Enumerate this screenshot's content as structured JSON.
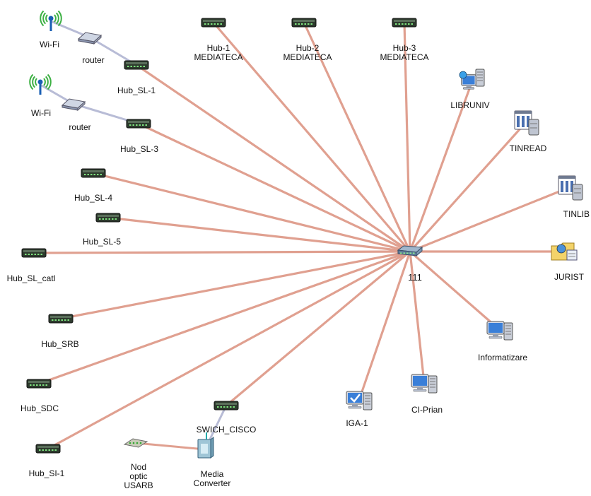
{
  "diagram": {
    "links": [
      "hub-sl-1",
      "hub-sl-3",
      "hub-sl-4",
      "hub-sl-5",
      "hub-sl-catl",
      "hub-srb",
      "hub-sdc",
      "hub-si-1",
      "swich-cisco",
      "hub-1",
      "hub-2",
      "hub-3",
      "libruniv",
      "tinread",
      "tinlib",
      "jurist",
      "informatizare",
      "ci-prian",
      "iga-1"
    ],
    "secondary_links": [
      [
        "wifi-1",
        "router-1"
      ],
      [
        "router-1",
        "hub-sl-1"
      ],
      [
        "wifi-2",
        "router-2"
      ],
      [
        "router-2",
        "hub-sl-3"
      ],
      [
        "media-converter",
        "swich-cisco"
      ],
      [
        "nod-optic",
        "media-converter"
      ]
    ],
    "colors": {
      "link_primary": "#e0a090",
      "link_secondary": "#b8bcd6",
      "hub_body": "#2d3a2d",
      "monitor": "#3a7fd8",
      "server": "#6f7a90"
    },
    "labels": {
      "center": "111",
      "wifi_1": "Wi-Fi",
      "router_1": "router",
      "hub_sl_1": "Hub_SL-1",
      "wifi_2": "Wi-Fi",
      "router_2": "router",
      "hub_sl_3": "Hub_SL-3",
      "hub_sl_4": "Hub_SL-4",
      "hub_sl_5": "Hub_SL-5",
      "hub_sl_catl": "Hub_SL_catl",
      "hub_srb": "Hub_SRB",
      "hub_sdc": "Hub_SDC",
      "hub_si_1": "Hub_SI-1",
      "swich_cisco": "SWICH_CISCO",
      "nod_optic_1": "Nod",
      "nod_optic_2": "optic",
      "nod_optic_3": "USARB",
      "media_converter_1": "Media",
      "media_converter_2": "Converter",
      "hub_1_a": "Hub-1",
      "hub_1_b": "MEDIATECA",
      "hub_2_a": "Hub-2",
      "hub_2_b": "MEDIATECA",
      "hub_3_a": "Hub-3",
      "hub_3_b": "MEDIATECA",
      "libruniv": "LIBRUNIV",
      "tinread": "TINREAD",
      "tinlib": "TINLIB",
      "jurist": "JURIST",
      "informatizare": "Informatizare",
      "ci_prian": "CI-Prian",
      "iga_1": "IGA-1"
    }
  }
}
